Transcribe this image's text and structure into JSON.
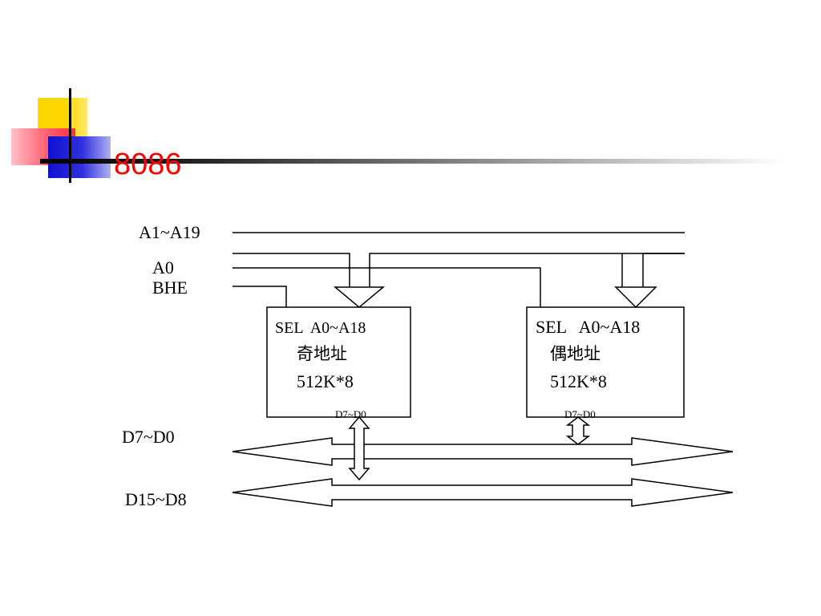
{
  "title": "8086",
  "signals": {
    "addr_high": "A1~A19",
    "a0": "A0",
    "bhe": "BHE",
    "data_low": "D7~D0",
    "data_high": "D15~D8"
  },
  "chips": {
    "odd": {
      "pins": "SEL  A0~A18",
      "name": "奇地址",
      "size": "512K*8",
      "data_pins": "D7~D0"
    },
    "even": {
      "pins": "SEL   A0~A18",
      "name": "偶地址",
      "size": "512K*8",
      "data_pins": "D7~D0"
    }
  },
  "colors": {
    "title": "#ff0000",
    "accent_yellow": "#ffd700",
    "accent_red": "#ff3040",
    "accent_blue": "#1010d0"
  }
}
